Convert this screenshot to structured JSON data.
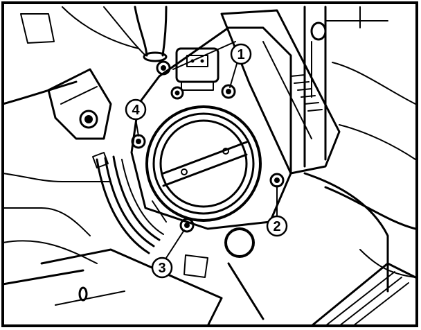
{
  "figure": {
    "background_color": "#ffffff",
    "ink_color": "#000000",
    "callouts": [
      {
        "label": "1"
      },
      {
        "label": "2"
      },
      {
        "label": "3"
      },
      {
        "label": "4"
      }
    ]
  }
}
